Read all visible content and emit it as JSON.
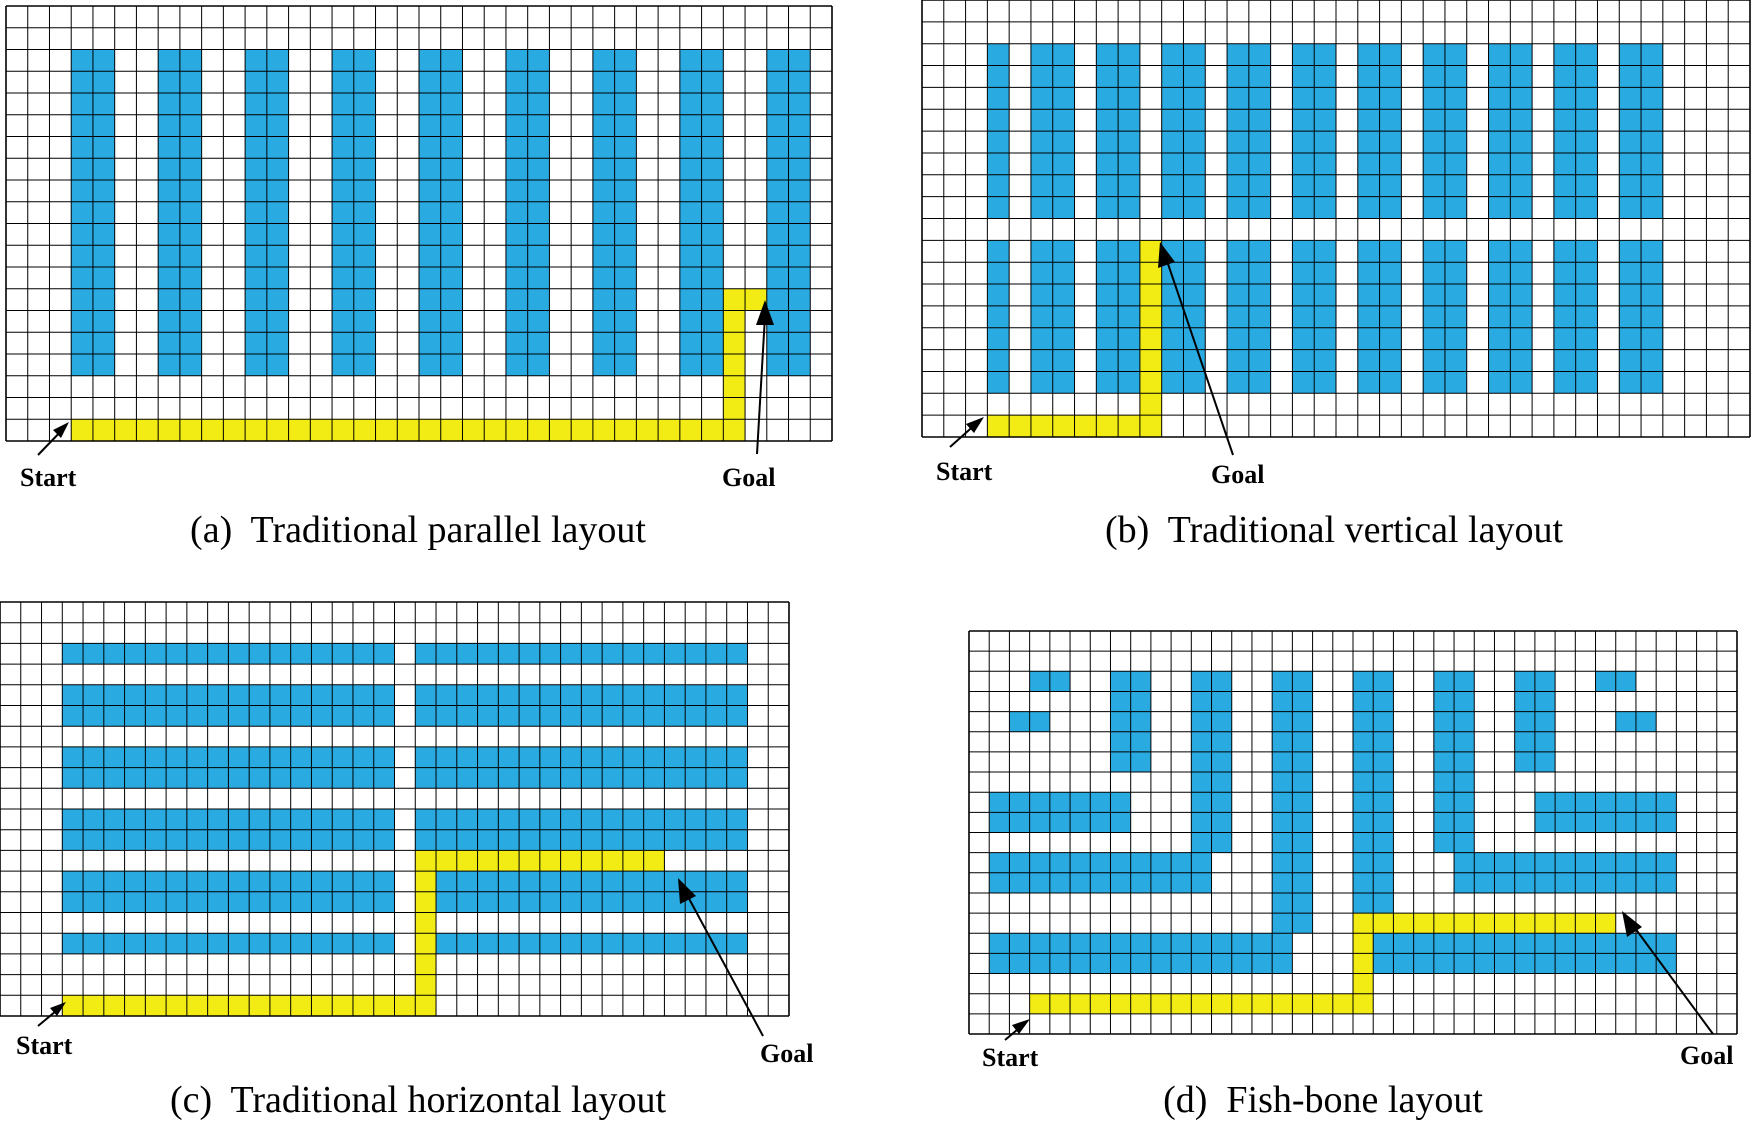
{
  "colors": {
    "shelf": "#29abe2",
    "path": "#f2eb14",
    "grid": "#000000",
    "background": "#ffffff"
  },
  "panels": [
    {
      "id": "a",
      "caption": "(a)  Traditional parallel layout",
      "start_label": "Start",
      "goal_label": "Goal",
      "grid": {
        "cols": 38,
        "rows": 20
      },
      "shelves": [
        {
          "c": 3,
          "r": 2,
          "w": 2,
          "h": 15
        },
        {
          "c": 7,
          "r": 2,
          "w": 2,
          "h": 15
        },
        {
          "c": 11,
          "r": 2,
          "w": 2,
          "h": 15
        },
        {
          "c": 15,
          "r": 2,
          "w": 2,
          "h": 15
        },
        {
          "c": 19,
          "r": 2,
          "w": 2,
          "h": 15
        },
        {
          "c": 23,
          "r": 2,
          "w": 2,
          "h": 15
        },
        {
          "c": 27,
          "r": 2,
          "w": 2,
          "h": 15
        },
        {
          "c": 31,
          "r": 2,
          "w": 2,
          "h": 15
        },
        {
          "c": 35,
          "r": 2,
          "w": 2,
          "h": 15
        }
      ],
      "path": [
        {
          "c": 3,
          "r": 19,
          "w": 31,
          "h": 1
        },
        {
          "c": 33,
          "r": 13,
          "w": 1,
          "h": 7
        },
        {
          "c": 33,
          "r": 13,
          "w": 2,
          "h": 1
        }
      ]
    },
    {
      "id": "b",
      "caption": "(b)  Traditional vertical layout",
      "start_label": "Start",
      "goal_label": "Goal",
      "grid": {
        "cols": 38,
        "rows": 20
      },
      "shelves": [
        {
          "c": 3,
          "r": 2,
          "w": 1,
          "h": 8
        },
        {
          "c": 5,
          "r": 2,
          "w": 2,
          "h": 8
        },
        {
          "c": 8,
          "r": 2,
          "w": 2,
          "h": 8
        },
        {
          "c": 11,
          "r": 2,
          "w": 2,
          "h": 8
        },
        {
          "c": 14,
          "r": 2,
          "w": 2,
          "h": 8
        },
        {
          "c": 17,
          "r": 2,
          "w": 2,
          "h": 8
        },
        {
          "c": 20,
          "r": 2,
          "w": 2,
          "h": 8
        },
        {
          "c": 23,
          "r": 2,
          "w": 2,
          "h": 8
        },
        {
          "c": 26,
          "r": 2,
          "w": 2,
          "h": 8
        },
        {
          "c": 29,
          "r": 2,
          "w": 2,
          "h": 8
        },
        {
          "c": 32,
          "r": 2,
          "w": 2,
          "h": 8
        },
        {
          "c": 3,
          "r": 11,
          "w": 1,
          "h": 7
        },
        {
          "c": 5,
          "r": 11,
          "w": 2,
          "h": 7
        },
        {
          "c": 8,
          "r": 11,
          "w": 2,
          "h": 7
        },
        {
          "c": 11,
          "r": 11,
          "w": 2,
          "h": 7
        },
        {
          "c": 14,
          "r": 11,
          "w": 2,
          "h": 7
        },
        {
          "c": 17,
          "r": 11,
          "w": 2,
          "h": 7
        },
        {
          "c": 20,
          "r": 11,
          "w": 2,
          "h": 7
        },
        {
          "c": 23,
          "r": 11,
          "w": 2,
          "h": 7
        },
        {
          "c": 26,
          "r": 11,
          "w": 2,
          "h": 7
        },
        {
          "c": 29,
          "r": 11,
          "w": 2,
          "h": 7
        },
        {
          "c": 32,
          "r": 11,
          "w": 2,
          "h": 7
        }
      ],
      "path": [
        {
          "c": 3,
          "r": 19,
          "w": 8,
          "h": 1
        },
        {
          "c": 10,
          "r": 11,
          "w": 1,
          "h": 9
        }
      ]
    },
    {
      "id": "c",
      "caption": "(c)  Traditional horizontal layout",
      "start_label": "Start",
      "goal_label": "Goal",
      "grid": {
        "cols": 38,
        "rows": 20
      },
      "shelves": [
        {
          "c": 3,
          "r": 2,
          "w": 16,
          "h": 1
        },
        {
          "c": 20,
          "r": 2,
          "w": 16,
          "h": 1
        },
        {
          "c": 3,
          "r": 4,
          "w": 16,
          "h": 2
        },
        {
          "c": 20,
          "r": 4,
          "w": 16,
          "h": 2
        },
        {
          "c": 3,
          "r": 7,
          "w": 16,
          "h": 2
        },
        {
          "c": 20,
          "r": 7,
          "w": 16,
          "h": 2
        },
        {
          "c": 3,
          "r": 10,
          "w": 16,
          "h": 2
        },
        {
          "c": 20,
          "r": 10,
          "w": 16,
          "h": 2
        },
        {
          "c": 3,
          "r": 13,
          "w": 16,
          "h": 2
        },
        {
          "c": 20,
          "r": 13,
          "w": 16,
          "h": 2
        },
        {
          "c": 3,
          "r": 16,
          "w": 16,
          "h": 1
        },
        {
          "c": 20,
          "r": 16,
          "w": 16,
          "h": 1
        }
      ],
      "path": [
        {
          "c": 3,
          "r": 19,
          "w": 18,
          "h": 1
        },
        {
          "c": 20,
          "r": 12,
          "w": 1,
          "h": 8
        },
        {
          "c": 20,
          "r": 12,
          "w": 12,
          "h": 1
        }
      ]
    },
    {
      "id": "d",
      "caption": "(d)  Fish-bone layout",
      "start_label": "Start",
      "goal_label": "Goal",
      "grid": {
        "cols": 38,
        "rows": 20
      },
      "shelves": [
        {
          "c": 3,
          "r": 2,
          "w": 2,
          "h": 1
        },
        {
          "c": 2,
          "r": 4,
          "w": 2,
          "h": 1
        },
        {
          "c": 7,
          "r": 2,
          "w": 2,
          "h": 5
        },
        {
          "c": 11,
          "r": 2,
          "w": 2,
          "h": 9
        },
        {
          "c": 15,
          "r": 2,
          "w": 2,
          "h": 13
        },
        {
          "c": 19,
          "r": 2,
          "w": 2,
          "h": 13
        },
        {
          "c": 23,
          "r": 2,
          "w": 2,
          "h": 9
        },
        {
          "c": 27,
          "r": 2,
          "w": 2,
          "h": 5
        },
        {
          "c": 31,
          "r": 2,
          "w": 2,
          "h": 1
        },
        {
          "c": 32,
          "r": 4,
          "w": 2,
          "h": 1
        },
        {
          "c": 1,
          "r": 8,
          "w": 7,
          "h": 2
        },
        {
          "c": 28,
          "r": 8,
          "w": 7,
          "h": 2
        },
        {
          "c": 1,
          "r": 11,
          "w": 11,
          "h": 2
        },
        {
          "c": 24,
          "r": 11,
          "w": 11,
          "h": 2
        },
        {
          "c": 1,
          "r": 15,
          "w": 15,
          "h": 2
        },
        {
          "c": 20,
          "r": 15,
          "w": 15,
          "h": 2
        }
      ],
      "path": [
        {
          "c": 3,
          "r": 18,
          "w": 17,
          "h": 1
        },
        {
          "c": 19,
          "r": 15,
          "w": 1,
          "h": 4
        },
        {
          "c": 19,
          "r": 14,
          "w": 13,
          "h": 1
        }
      ]
    }
  ]
}
